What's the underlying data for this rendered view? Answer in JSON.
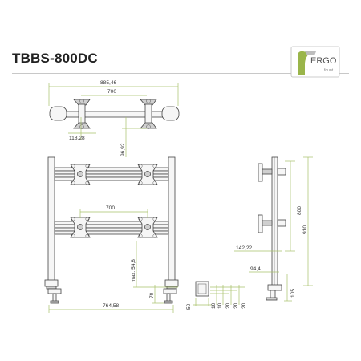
{
  "title": "TBBS-800DC",
  "logo": {
    "word": "ERGO",
    "sub": "fount",
    "colors": {
      "mark": "#9ab54a",
      "frame": "#bdbdbd",
      "text": "#555555"
    }
  },
  "colors": {
    "dimension": "#a8c06a",
    "outline": "#444444",
    "fill": "#f6f6f6"
  },
  "top_view": {
    "overall_width": "885,46",
    "bracket_spacing": "700",
    "base_depth": "118,28",
    "depth": "96,92"
  },
  "front_view": {
    "bracket_spacing": "700",
    "bracket_offset": "max. 54,8",
    "base_height": "70",
    "base_width": "764,58"
  },
  "clamp_view": {
    "d1": "50",
    "d2": "10",
    "d3": "10",
    "d4": "20",
    "d5": "20",
    "d6": "20"
  },
  "side_view": {
    "height_upper": "800",
    "height_total": "910",
    "offset_a": "142,22",
    "offset_b": "94,4",
    "base": "105"
  }
}
